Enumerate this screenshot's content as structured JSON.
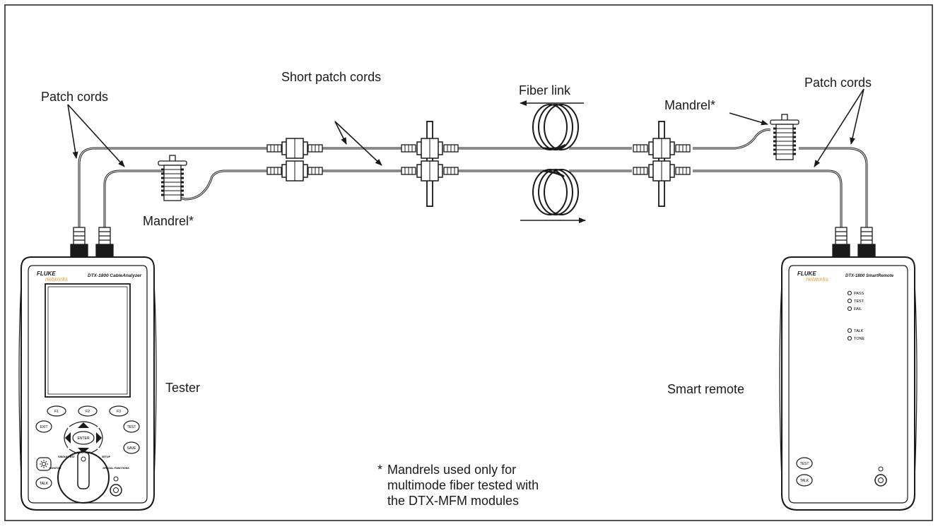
{
  "diagram": {
    "labels": {
      "patch_cords_left": "Patch cords",
      "short_patch_cords": "Short patch cords",
      "fiber_link": "Fiber link",
      "mandrel_right": "Mandrel*",
      "patch_cords_right": "Patch cords",
      "mandrel_left": "Mandrel*",
      "tester": "Tester",
      "smart_remote": "Smart remote"
    },
    "note": {
      "asterisk": "*",
      "line1": "Mandrels used only for",
      "line2": "multimode fiber tested with",
      "line3": "the DTX-MFM modules"
    },
    "tester_device": {
      "brand": "FLUKE",
      "brand_sub": "networks",
      "model": "DTX-1800 CableAnalyzer",
      "buttons": {
        "f1": "F1",
        "f2": "F2",
        "f3": "F3",
        "exit": "EXIT",
        "test": "TEST",
        "enter": "ENTER",
        "save": "SAVE",
        "talk": "TALK"
      },
      "dial_labels": {
        "single_test": "SINGLE TEST",
        "auto_test": "AUTO TEST",
        "setup": "SETUP",
        "monitor": "MONITOR",
        "special_functions": "SPECIAL FUNCTIONS"
      }
    },
    "remote_device": {
      "brand": "FLUKE",
      "brand_sub": "networks",
      "model": "DTX-1800 SmartRemote",
      "indicators": [
        "PASS",
        "TEST",
        "FAIL",
        "TALK",
        "TONE"
      ],
      "buttons": {
        "test": "TEST",
        "talk": "TALK"
      }
    },
    "colors": {
      "stroke": "#1a1a1a",
      "brand_orange": "#e8a13c",
      "device_fill": "#ffffff",
      "screen_fill": "#ffffff"
    }
  }
}
